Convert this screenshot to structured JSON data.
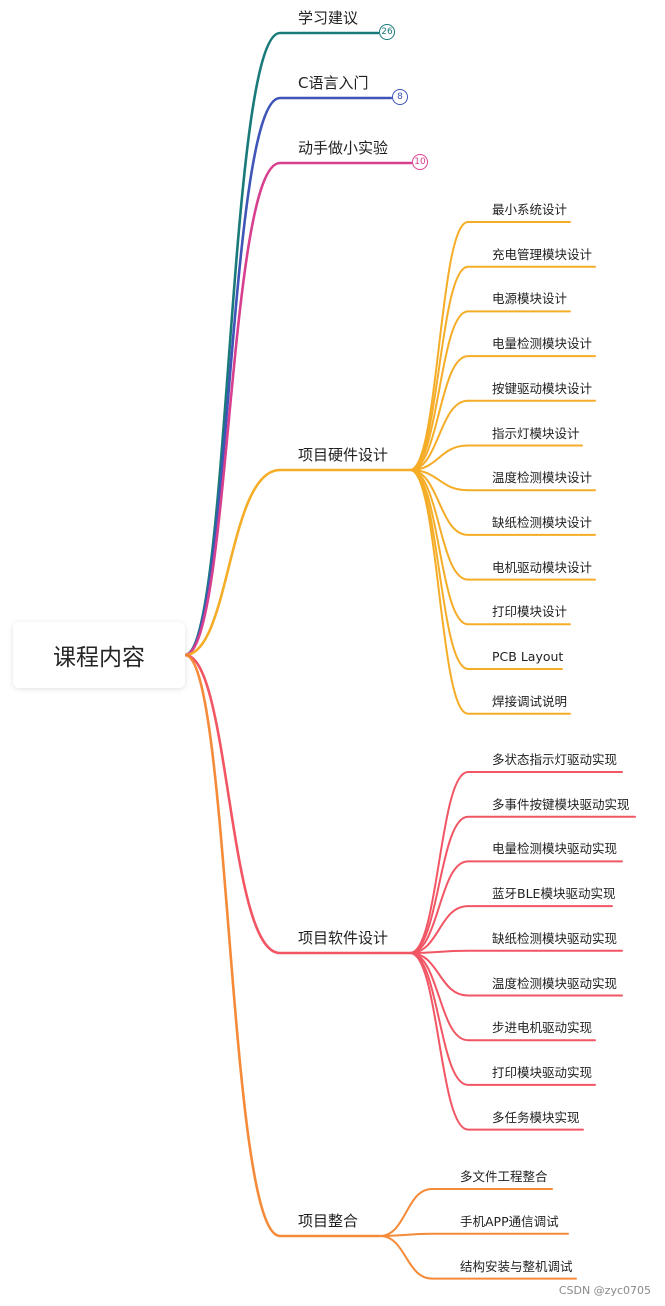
{
  "root": {
    "label": "课程内容"
  },
  "branches": [
    {
      "id": "study",
      "label": "学习建议",
      "color": "#1a7a7a",
      "badge": "26",
      "children": []
    },
    {
      "id": "clang",
      "label": "C语言入门",
      "color": "#3f55b8",
      "badge": "8",
      "children": []
    },
    {
      "id": "exp",
      "label": "动手做小实验",
      "color": "#d6408f",
      "badge": "10",
      "children": []
    },
    {
      "id": "hw",
      "label": "项目硬件设计",
      "color": "#f5ad28",
      "children": [
        "最小系统设计",
        "充电管理模块设计",
        "电源模块设计",
        "电量检测模块设计",
        "按键驱动模块设计",
        "指示灯模块设计",
        "温度检测模块设计",
        "缺纸检测模块设计",
        "电机驱动模块设计",
        "打印模块设计",
        "PCB Layout",
        "焊接调试说明"
      ]
    },
    {
      "id": "sw",
      "label": "项目软件设计",
      "color": "#f25664",
      "children": [
        "多状态指示灯驱动实现",
        "多事件按键模块驱动实现",
        "电量检测模块驱动实现",
        "蓝牙BLE模块驱动实现",
        "缺纸检测模块驱动实现",
        "温度检测模块驱动实现",
        "步进电机驱动实现",
        "打印模块驱动实现",
        "多任务模块实现"
      ]
    },
    {
      "id": "int",
      "label": "项目整合",
      "color": "#f58a38",
      "children": [
        "多文件工程整合",
        "手机APP通信调试",
        "结构安装与整机调试"
      ]
    }
  ],
  "watermark": "CSDN @zyc0705"
}
